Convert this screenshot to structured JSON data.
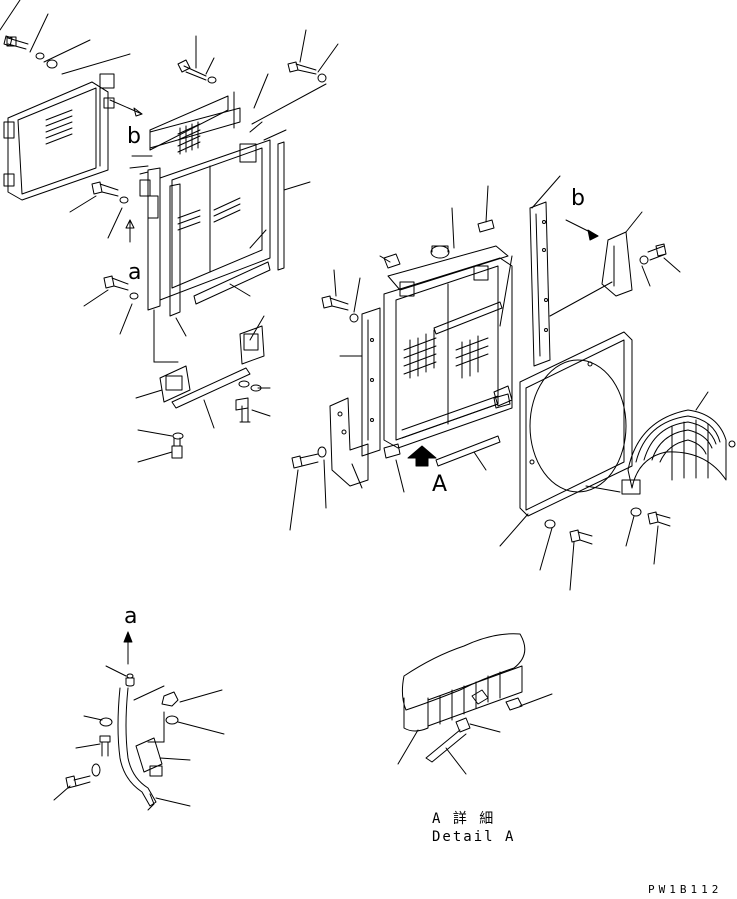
{
  "labels": {
    "b_left": "b",
    "a_left": "a",
    "b_right": "b",
    "A_arrow": "A",
    "a_bottom": "a"
  },
  "detail": {
    "caption_jp": "A 詳 細",
    "caption_en": "Detail A"
  },
  "drawing_code": "PW1B112",
  "colors": {
    "ink": "#000000",
    "paper": "#ffffff"
  }
}
